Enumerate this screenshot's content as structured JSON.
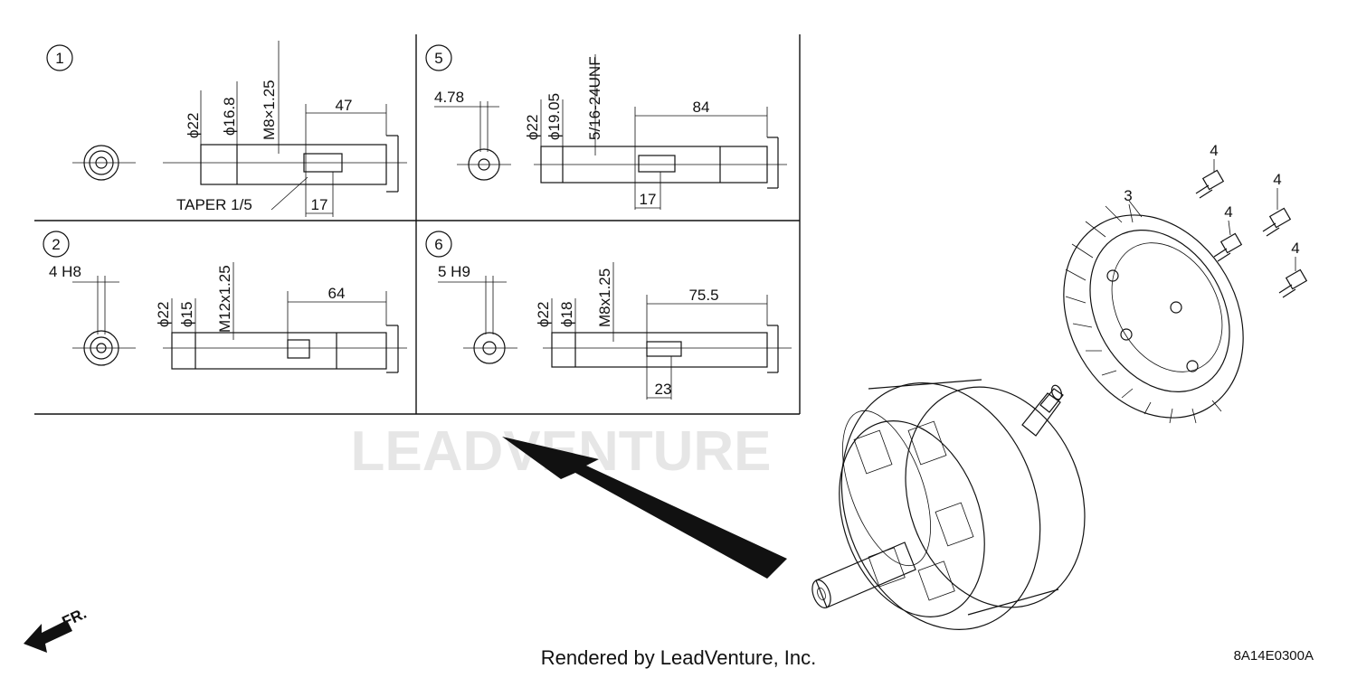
{
  "panels": [
    {
      "num": "1",
      "dims": [
        "ϕ22",
        "ϕ16.8",
        "M8×1.25",
        "47",
        "17"
      ],
      "note": "TAPER 1/5"
    },
    {
      "num": "2",
      "dims": [
        "4 H8",
        "ϕ22",
        "ϕ15",
        "M12x1.25",
        "64"
      ]
    },
    {
      "num": "5",
      "dims": [
        "4.78",
        "ϕ22",
        "ϕ19.05",
        "5/16-24UNF",
        "84",
        "17"
      ]
    },
    {
      "num": "6",
      "dims": [
        "5 H9",
        "ϕ22",
        "ϕ18",
        "M8x1.25",
        "75.5",
        "23"
      ]
    }
  ],
  "callouts": {
    "flywheel": "3",
    "bolts": [
      "4",
      "4",
      "4",
      "4"
    ]
  },
  "front_label": "FR.",
  "watermark": "LEADVENTURE",
  "footer": "Rendered by LeadVenture, Inc.",
  "diagram_code": "8A14E0300A"
}
